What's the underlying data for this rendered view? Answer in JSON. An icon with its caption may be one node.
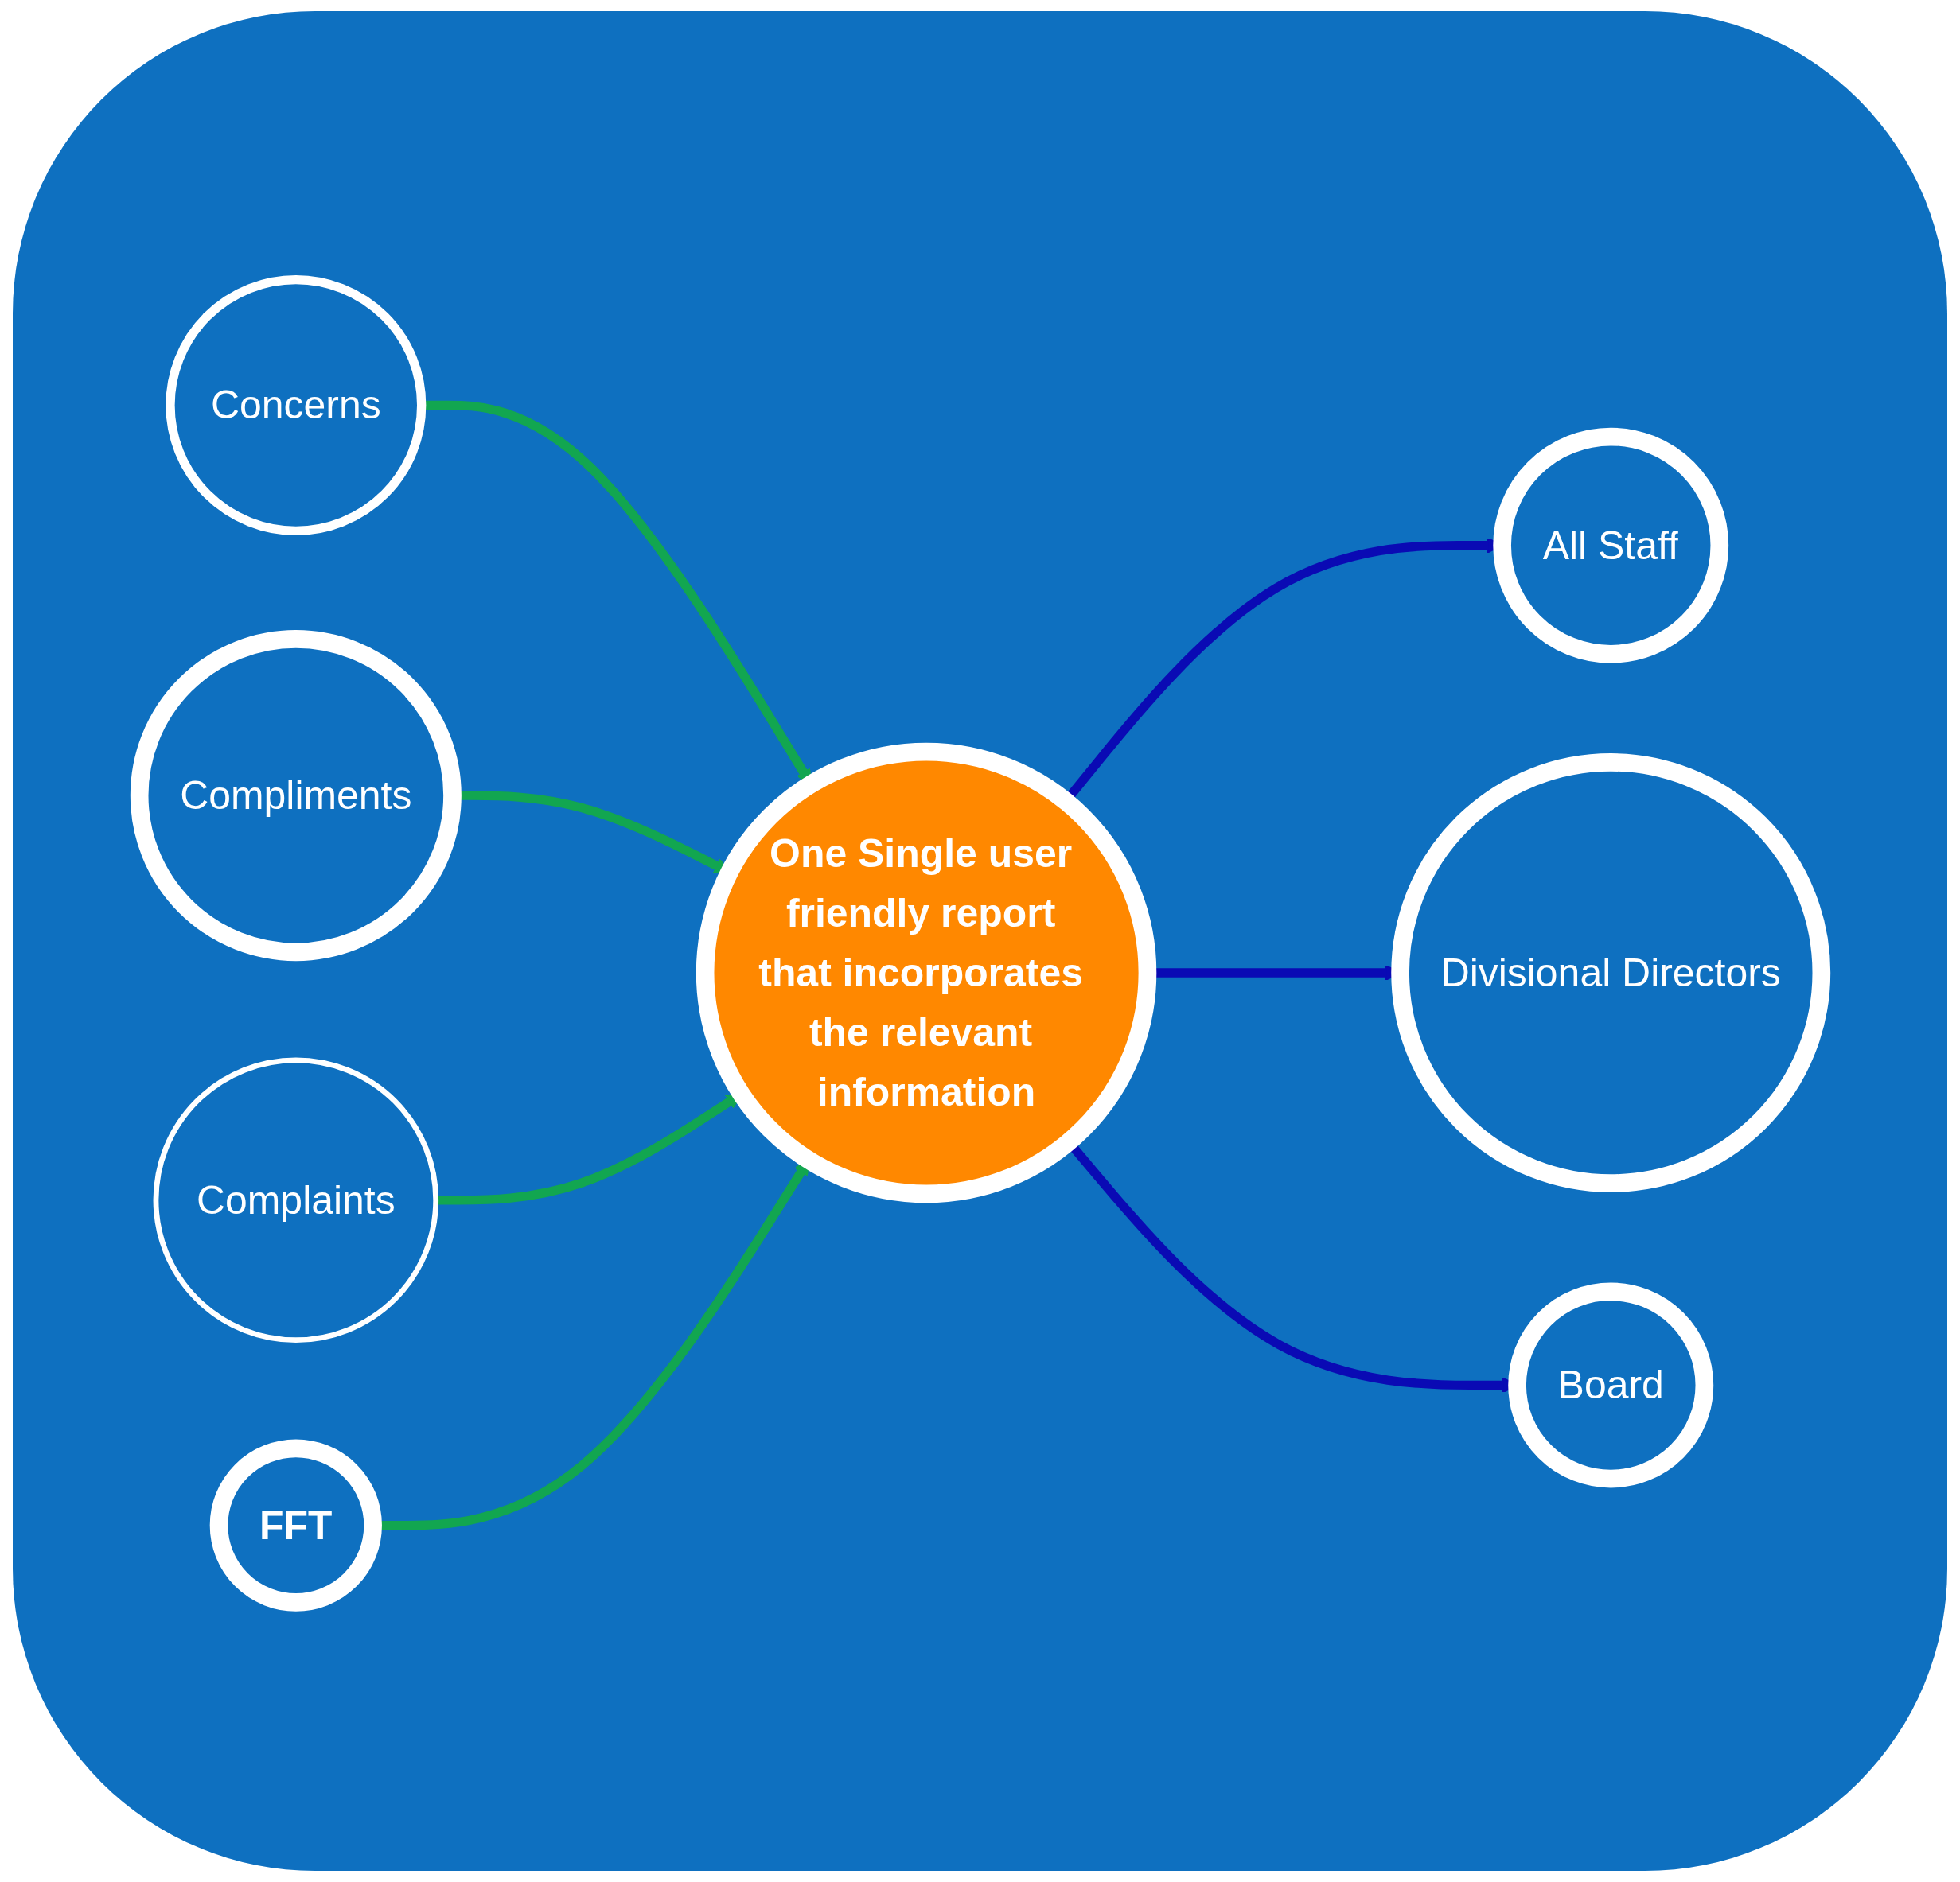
{
  "diagram": {
    "nodes": [
      {
        "text": [
          "Concerns"
        ]
      },
      {
        "text": [
          "All Staff"
        ]
      },
      {
        "text": [
          "Compliments"
        ]
      },
      {
        "text": [
          "One Single user friendly report that incorporates the relevant information"
        ]
      },
      {
        "text": [
          "Divisional Directors"
        ]
      },
      {
        "text": [
          "Complaints"
        ]
      },
      {
        "text": [
          "Board"
        ]
      },
      {
        "text": [
          "FFT"
        ]
      }
    ],
    "edges": [
      {
        "from": 0,
        "to": 3,
        "arrow": "to",
        "color": "#12a650"
      },
      {
        "from": 2,
        "to": 3,
        "arrow": "to",
        "color": "#12a650"
      },
      {
        "from": 5,
        "to": 3,
        "arrow": "to",
        "color": "#12a650"
      },
      {
        "from": 7,
        "to": 3,
        "arrow": "to",
        "color": "#12a650"
      },
      {
        "from": 3,
        "to": 1,
        "arrow": "to",
        "color": "#0a0ab4"
      },
      {
        "from": 3,
        "to": 4,
        "arrow": "to",
        "color": "#0a0ab4"
      },
      {
        "from": 3,
        "to": 6,
        "arrow": "to",
        "color": "#0a0ab4"
      }
    ]
  }
}
